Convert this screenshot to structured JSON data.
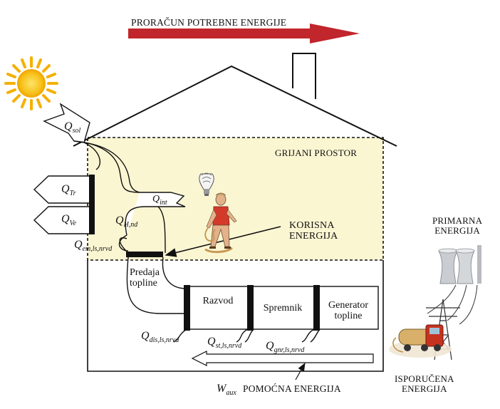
{
  "title": "PRORAČUN POTREBNE ENERGIJE",
  "zones": {
    "heated_space": "GRIJANI PROSTOR",
    "useful_energy": [
      "KORISNA",
      "ENERGIJA"
    ],
    "primary_energy": [
      "PRIMARNA",
      "ENERGIJA"
    ],
    "delivered_energy": [
      "ISPORUČENA",
      "ENERGIJA"
    ],
    "auxiliary_energy": "POMOĆNA ENERGIJA"
  },
  "components": {
    "heat_emission": [
      "Predaja",
      "topline"
    ],
    "distribution": "Razvod",
    "storage": "Spremnik",
    "generation": [
      "Generator",
      "topline"
    ]
  },
  "flows": {
    "q_sol": {
      "base": "Q",
      "sub": "sol"
    },
    "q_tr": {
      "base": "Q",
      "sub": "Tr"
    },
    "q_ve": {
      "base": "Q",
      "sub": "Ve"
    },
    "q_int": {
      "base": "Q",
      "sub": "int"
    },
    "q_h_nd": {
      "base": "Q",
      "sub": "H,nd"
    },
    "q_em": {
      "base": "Q",
      "sub": "em,ls,nrvd"
    },
    "q_dis": {
      "base": "Q",
      "sub": "dis,ls,nrvd"
    },
    "q_st": {
      "base": "Q",
      "sub": "st,ls,nrvd"
    },
    "q_gnr": {
      "base": "Q",
      "sub": "gnr,ls,nrvd"
    },
    "w_aux": {
      "base": "W",
      "sub": "aux"
    }
  },
  "icons": [
    "sun-icon",
    "chimney",
    "light-bulb-icon",
    "person-icon",
    "cooling-tower-icon",
    "power-pylon-icon",
    "tanker-truck-icon"
  ],
  "colors": {
    "arrow": "#c0262b",
    "heated_space": "#fbf6d2",
    "sun": "#f7b500",
    "sun_core": "#fbd23a"
  }
}
